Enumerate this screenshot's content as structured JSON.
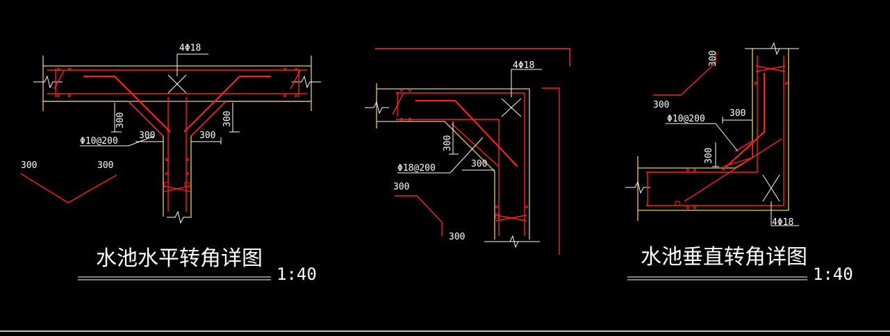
{
  "colors": {
    "background": "#000000",
    "rebar": "#ff2020",
    "concrete_outline": "#e8d060",
    "annotation": "#ffffff",
    "section_line": "#ff2020"
  },
  "detail_horizontal": {
    "title": "水池水平转角详图",
    "scale": "1:40",
    "top_bar_label": "4Φ18",
    "stirrup_label": "Φ10@200",
    "haunch_v_left": "300",
    "haunch_v_right": "300",
    "haunch_h_left": "300",
    "haunch_h_right": "300",
    "bar_shape_left": "300",
    "bar_shape_right": "300"
  },
  "detail_corner": {
    "top_bar_label": "4Φ18",
    "stirrup_label": "Φ18@200",
    "haunch_v": "300",
    "haunch_h": "300",
    "bar_shape_top": "300",
    "bar_shape_bottom": "300"
  },
  "detail_vertical": {
    "title": "水池垂直转角详图",
    "scale": "1:40",
    "bottom_bar_label": "4Φ18",
    "stirrup_label": "Φ10@200",
    "haunch_h": "300",
    "haunch_v": "300",
    "bar_shape_top": "300",
    "bar_shape_bottom": "300"
  }
}
